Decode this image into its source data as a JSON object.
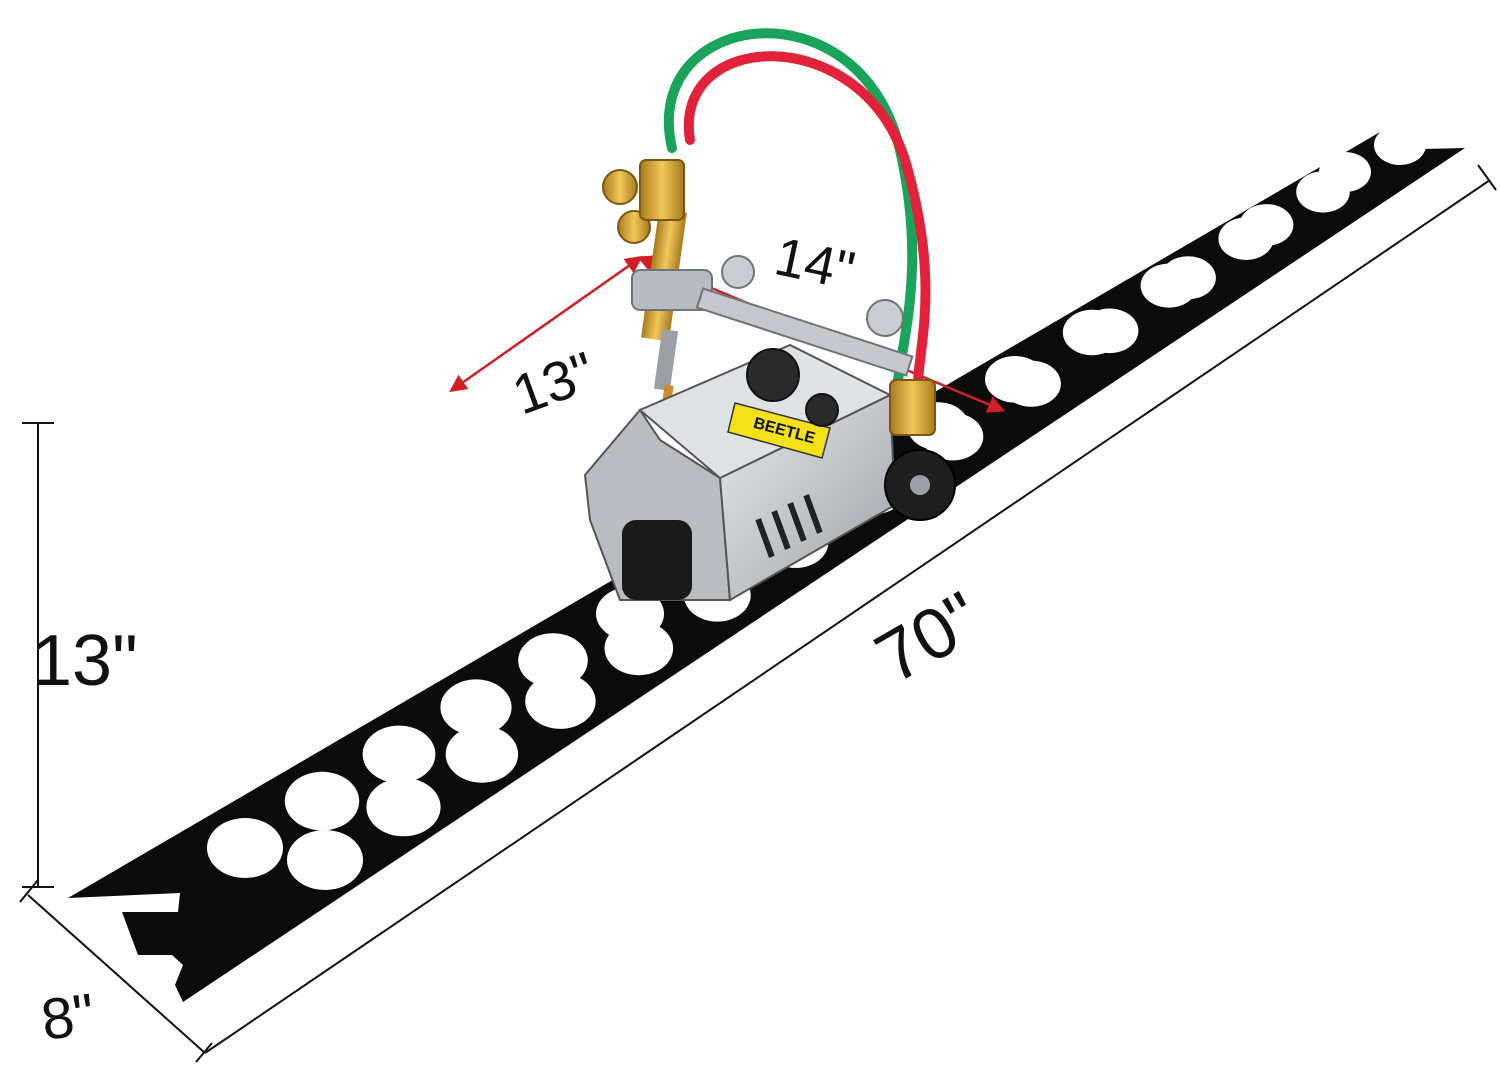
{
  "dimensions": {
    "height": "13\"",
    "width": "8\"",
    "length": "70\"",
    "arm_length": "14\"",
    "arm_reach": "13\""
  },
  "machine": {
    "brand_label": "BEETLE"
  },
  "colors": {
    "rail": "#0b0b0b",
    "hole": "#ffffff",
    "hose_green": "#1aa35a",
    "hose_red": "#e2213a",
    "brass": "#d4a53a",
    "body": "#c9ccd0",
    "label_yellow": "#f4e11a",
    "arrow_red": "#d21f26"
  }
}
